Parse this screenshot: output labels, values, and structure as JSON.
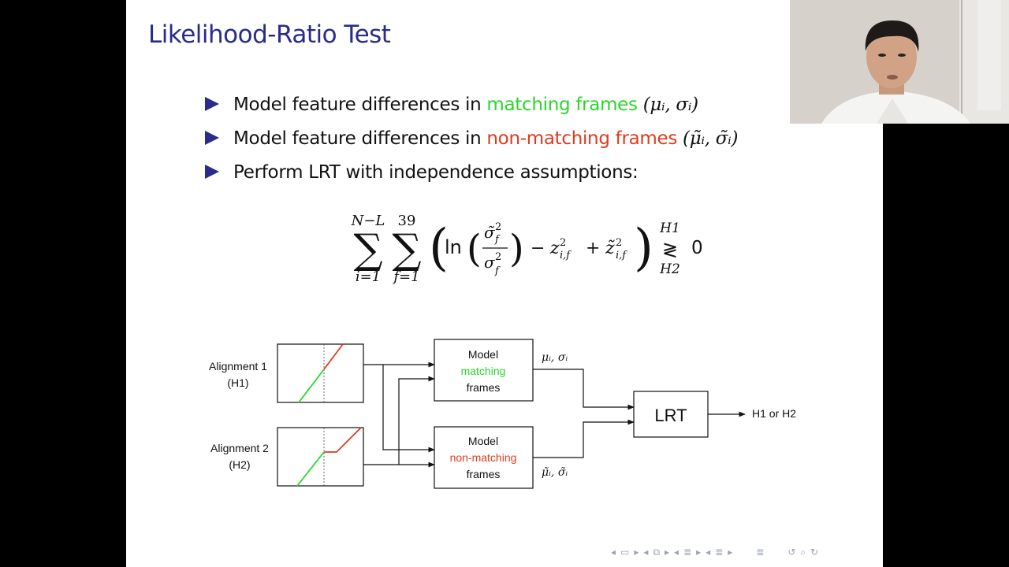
{
  "slide": {
    "title": "Likelihood-Ratio Test",
    "bullets": [
      {
        "pre": "Model feature differences in ",
        "highlight": "matching frames",
        "post": " (μᵢ, σᵢ)"
      },
      {
        "pre": "Model feature differences in ",
        "highlight": "non-matching frames",
        "post": " (μ̃ᵢ, σ̃ᵢ)"
      },
      {
        "text": "Perform LRT with independence assumptions:"
      }
    ],
    "formula": {
      "sum1_upper": "N−L",
      "sum1_lower": "i=1",
      "sum2_upper": "39",
      "sum2_lower": "f=1",
      "ln": "ln",
      "minus": "−",
      "plus": "+",
      "h_upper": "H1",
      "h_lower": "H2",
      "rhs": "0"
    },
    "diagram": {
      "alignment1_line1": "Alignment 1",
      "alignment1_line2": "(H1)",
      "alignment2_line1": "Alignment 2",
      "alignment2_line2": "(H2)",
      "model1_line1": "Model",
      "model1_line2": "matching",
      "model1_line3": "frames",
      "model2_line1": "Model",
      "model2_line2": "non-matching",
      "model2_line3": "frames",
      "param1": "μᵢ, σᵢ",
      "param2": "μ̃ᵢ, σ̃ᵢ",
      "lrt": "LRT",
      "output": "H1 or H2"
    },
    "nav_icons": [
      "nav-arrow-left-icon",
      "frame-icon",
      "nav-arrow-right-icon",
      "section-icon",
      "subsection-icon",
      "slide-nav-icon",
      "search-icon",
      "zoom-icon"
    ]
  },
  "colors": {
    "title": "#2b2b8c",
    "matching": "#2bd62b",
    "nonmatching": "#e03a1e",
    "slide_bg": "#ffffff",
    "outer_bg": "#000000"
  }
}
